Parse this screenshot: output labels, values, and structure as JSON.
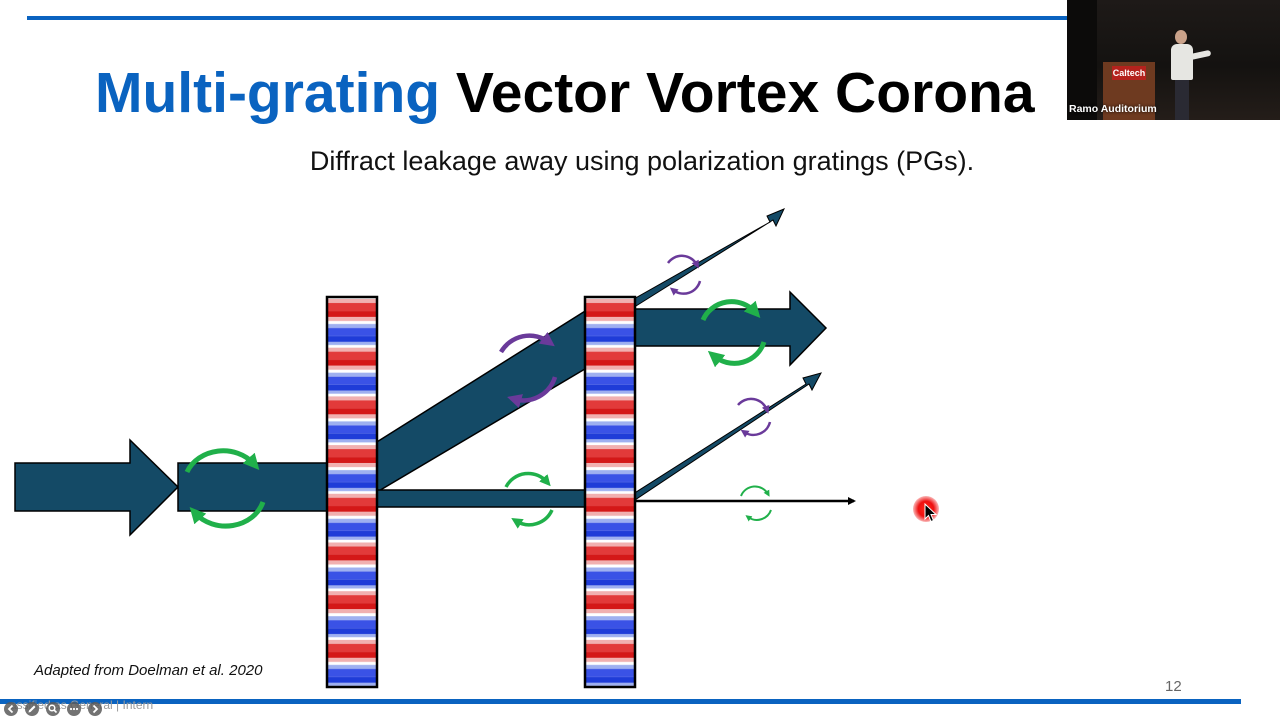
{
  "slide": {
    "title_accent": "Multi-grating",
    "title_rest": " Vector Vortex Corona",
    "subtitle": "Diffract leakage away using polarization gratings (PGs).",
    "citation": "Adapted from Doelman et al. 2020",
    "page_number": "12"
  },
  "webcam": {
    "podium_text": "Caltech",
    "label": "Ramo Auditorium"
  },
  "footer": {
    "sensitivity_label": "assified as General | Intern"
  },
  "toolbar": {
    "icons": [
      "back-arrow-icon",
      "pen-icon",
      "zoom-icon",
      "more-icon",
      "forward-arrow-icon"
    ]
  },
  "colors": {
    "accent_blue": "#0a63c0",
    "beam_teal": "#144a66",
    "circular_green": "#20b04a",
    "circular_purple": "#6a3a9a",
    "grating_red": "#d41818",
    "grating_blue": "#1f3cd8"
  }
}
